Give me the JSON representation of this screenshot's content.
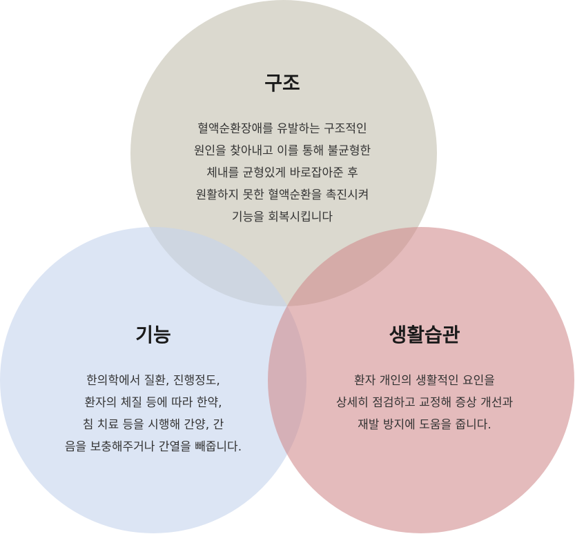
{
  "colors": {
    "structure": "#bdbaa8",
    "function": "#c5d3ec",
    "lifestyle": "#d08a8c",
    "title": "#1a1a1a",
    "text": "#333333"
  },
  "circles": {
    "structure": {
      "title": "구조",
      "lines": [
        "혈액순환장애를 유발하는 구조적인",
        "원인을 찾아내고 이를 통해 불균형한",
        "체내를 균형있게 바로잡아준 후",
        "원활하지 못한 혈액순환을 촉진시켜",
        "기능을 회복시킵니다"
      ]
    },
    "function": {
      "title": "기능",
      "lines": [
        "한의학에서 질환, 진행정도,",
        "환자의 체질 등에 따라 한약,",
        "침 치료 등을 시행해 간양, 간",
        "음을 보충해주거나 간열을 빼줍니다."
      ]
    },
    "lifestyle": {
      "title": "생활습관",
      "lines": [
        "환자 개인의 생활적인 요인을",
        "상세히 점검하고 교정해 증상 개선과",
        "재발 방지에 도움을 줍니다."
      ]
    }
  }
}
